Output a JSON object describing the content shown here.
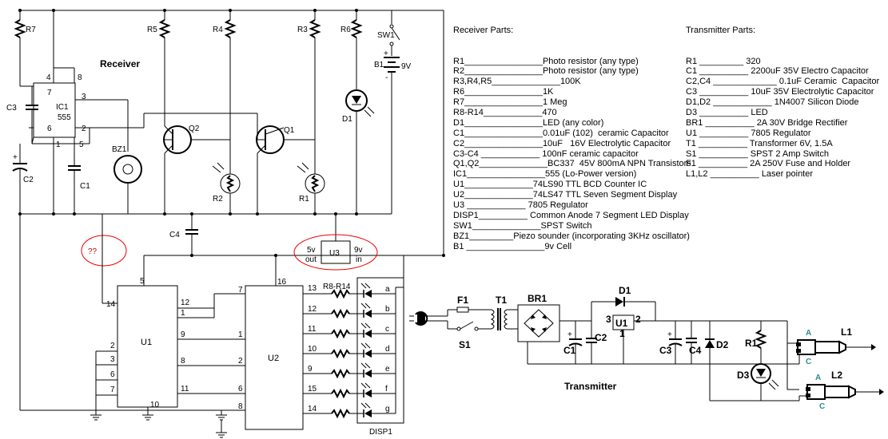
{
  "receiver_parts": {
    "title": "Receiver Parts:",
    "lines": [
      "R1________________Photo resistor (any type)",
      "R2________________Photo resistor (any type)",
      "R3,R4,R5______________100K",
      "R6________________1K",
      "R7________________1 Meg",
      "R8-R14____________470",
      "D1________________LED (any color)",
      "C1________________0.01uF (102)  ceramic Capacitor",
      "C2________________10uF   16V Electrolytic Capacitor",
      "C3-C4 ____________ 100nF ceramic capacitor",
      "Q1,Q2______________BC337  45V 800mA NPN Transistors",
      "IC1________________555 (Lo-Power version)",
      "U1______________74LS90 TTL BCD Counter IC",
      "U2______________74LS47 TTL Seven Segment Display",
      "U3 ____________ 7805 Regulator",
      "DISP1__________ Common Anode 7 Segment LED Display",
      "SW1______________SPST Switch",
      "BZ1_________Piezo sounder (incorporating 3KHz oscillator)",
      "B1 ________________9v Cell"
    ]
  },
  "transmitter_parts": {
    "title": "Transmitter Parts:",
    "lines": [
      "R1 _________ 320",
      "C1 __________ 2200uF 35V Electro Capacitor",
      "C2,C4 _____________ 0.1uF Ceramic  Capacitor",
      "C3 __________ 10uF 35V Electrolytic Capacitor",
      "D1,D2 ____________ 1N4007 Silicon Diode",
      "D3 __________ LED",
      "BR1 __________ 2A 30V Bridge Rectifier",
      "U1 __________ 7805 Regulator",
      "T1 __________ Transformer 6V, 1.5A",
      "S1 __________ SPST 2 Amp Switch",
      "F1 __________ 2A 250V Fuse and Holder",
      "L1,L2 __________ Laser pointer"
    ]
  },
  "schematic": {
    "receiver_title": "Receiver",
    "transmitter_title": "Transmitter",
    "question_mark": "??",
    "labels": {
      "R7": "R7",
      "R5": "R5",
      "R4": "R4",
      "R3": "R3",
      "R6": "R6",
      "SW1": "SW1",
      "B1": "B1",
      "B1_volt": "9V",
      "C3": "C3",
      "C2": "C2",
      "C1": "C1",
      "C4": "C4",
      "IC1": "IC1",
      "IC1_type": "555",
      "BZ1": "BZ1",
      "Q1": "Q1",
      "Q2": "Q2",
      "R1": "R1",
      "R2": "R2",
      "D1": "D1",
      "U1": "U1",
      "U2": "U2",
      "U3": "U3",
      "U3_in_v": "9v",
      "U3_in": "in",
      "U3_out_v": "5v",
      "U3_out": "out",
      "R8_R14": "R8-R14",
      "DISP1": "DISP1",
      "F1": "F1",
      "T1": "T1",
      "BR1": "BR1",
      "S1": "S1",
      "TD1": "D1",
      "TU1": "U1",
      "TC1": "C1",
      "TC2": "C2",
      "TC3": "C3",
      "TC4": "C4",
      "TD2": "D2",
      "TR1": "R1",
      "TD3": "D3",
      "L1": "L1",
      "L2": "L2",
      "A1": "A",
      "C1k": "C",
      "A2": "A",
      "C2k": "C",
      "plus": "+",
      "minus": "-"
    },
    "ic1_pins": [
      "4",
      "8",
      "7",
      "3",
      "6",
      "2",
      "1",
      "5"
    ],
    "u1_pins": [
      "5",
      "14",
      "12",
      "1",
      "9",
      "8",
      "11",
      "2",
      "3",
      "6",
      "7",
      "10"
    ],
    "u2_pins": [
      "16",
      "7",
      "1",
      "2",
      "6",
      "8",
      "13",
      "12",
      "11",
      "10",
      "9",
      "15",
      "14"
    ],
    "segments": [
      "a",
      "b",
      "c",
      "d",
      "e",
      "f",
      "g"
    ],
    "reg_pins": [
      "3",
      "2",
      "1"
    ]
  }
}
